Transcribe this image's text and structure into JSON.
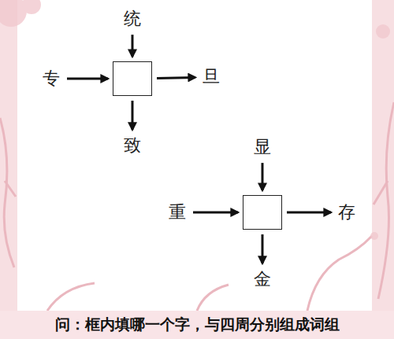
{
  "diagram": {
    "caption": "问：框内填哪一个字，与四周分别组成词组",
    "nodes": [
      {
        "text": [
          "统"
        ]
      },
      {
        "text": [
          "专"
        ]
      },
      {
        "text": []
      },
      {
        "text": [
          "旦"
        ]
      },
      {
        "text": [
          "致"
        ]
      },
      {
        "text": [
          "显"
        ]
      },
      {
        "text": [
          "重"
        ]
      },
      {
        "text": []
      },
      {
        "text": [
          "存"
        ]
      },
      {
        "text": [
          "金"
        ]
      }
    ],
    "edges": [
      {
        "from": 0,
        "to": 2,
        "arrow": "to"
      },
      {
        "from": 1,
        "to": 2,
        "arrow": "to"
      },
      {
        "from": 2,
        "to": 3,
        "arrow": "to"
      },
      {
        "from": 2,
        "to": 4,
        "arrow": "to"
      },
      {
        "from": 5,
        "to": 7,
        "arrow": "to"
      },
      {
        "from": 6,
        "to": 7,
        "arrow": "to"
      },
      {
        "from": 7,
        "to": 8,
        "arrow": "to"
      },
      {
        "from": 7,
        "to": 9,
        "arrow": "to"
      }
    ]
  }
}
